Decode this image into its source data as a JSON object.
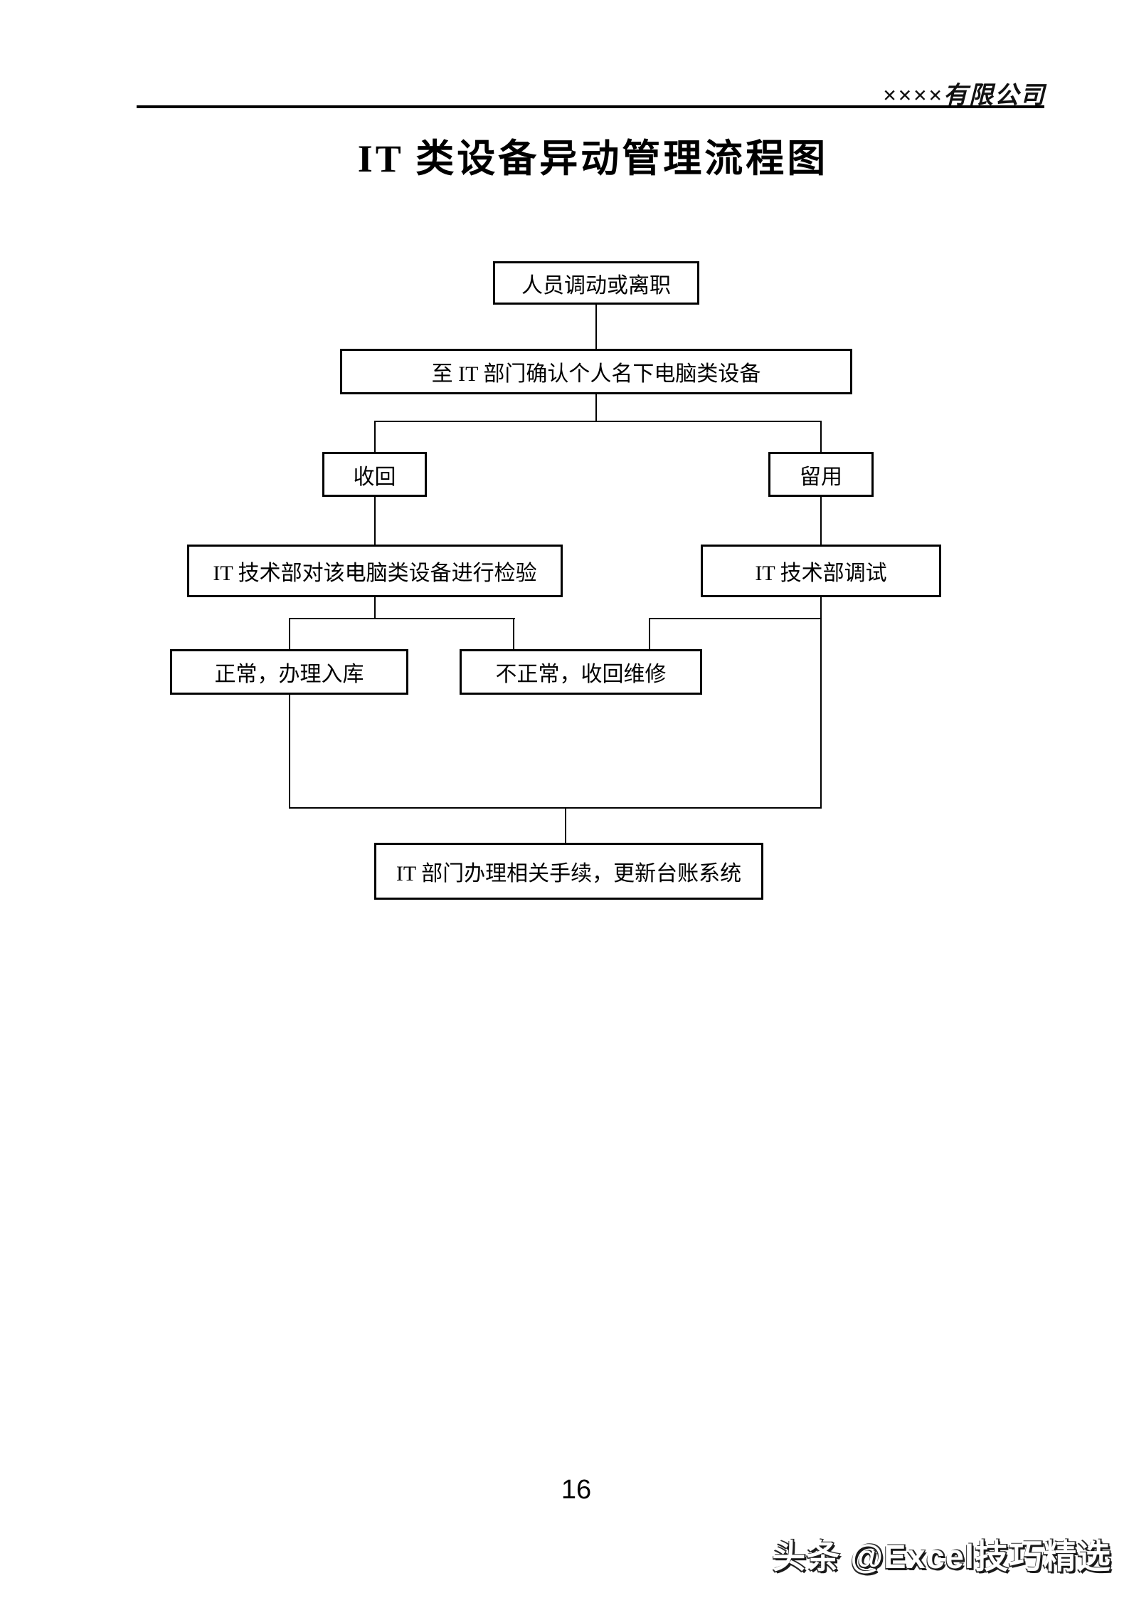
{
  "header": {
    "company": "××××有限公司"
  },
  "title": "IT 类设备异动管理流程图",
  "flowchart": {
    "nodes": [
      {
        "id": "start",
        "label": "人员调动或离职"
      },
      {
        "id": "confirm",
        "label": "至 IT 部门确认个人名下电脑类设备"
      },
      {
        "id": "recall",
        "label": "收回"
      },
      {
        "id": "retain",
        "label": "留用"
      },
      {
        "id": "inspect",
        "label": "IT 技术部对该电脑类设备进行检验"
      },
      {
        "id": "debug",
        "label": "IT 技术部调试"
      },
      {
        "id": "normal",
        "label": "正常，办理入库"
      },
      {
        "id": "abnormal",
        "label": "不正常，收回维修"
      },
      {
        "id": "finish",
        "label": "IT 部门办理相关手续，更新台账系统"
      }
    ]
  },
  "footer": {
    "page_number": "16",
    "watermark": "头条 @Excel技巧精选"
  }
}
